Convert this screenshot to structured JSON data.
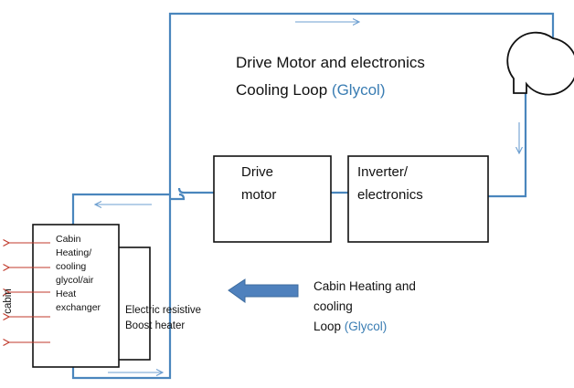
{
  "cooling_loop": {
    "title_line1": "Drive Motor and electronics",
    "title_line2_prefix": "Cooling Loop ",
    "title_line2_fluid": "(Glycol)"
  },
  "drive_motor": {
    "line1": "Drive",
    "line2": "motor"
  },
  "inverter": {
    "line1": "Inverter/",
    "line2": "electronics"
  },
  "heat_exchanger": {
    "lines": [
      "Cabin",
      "Heating/",
      "cooling",
      "glycol/air",
      "Heat",
      "exchanger"
    ]
  },
  "boost_heater": {
    "line1": "Electric resistive",
    "line2": "Boost heater"
  },
  "cabin_label": "cabin",
  "heating_loop": {
    "line1": "Cabin Heating and",
    "line2": "cooling",
    "line3_prefix": "Loop ",
    "line3_fluid": "(Glycol)"
  },
  "colors": {
    "loop_pipe": "#4a86bd",
    "glycol_text": "#3a7db3",
    "big_arrow": "#4f81bd",
    "heat_arrows": "#c0392b"
  }
}
